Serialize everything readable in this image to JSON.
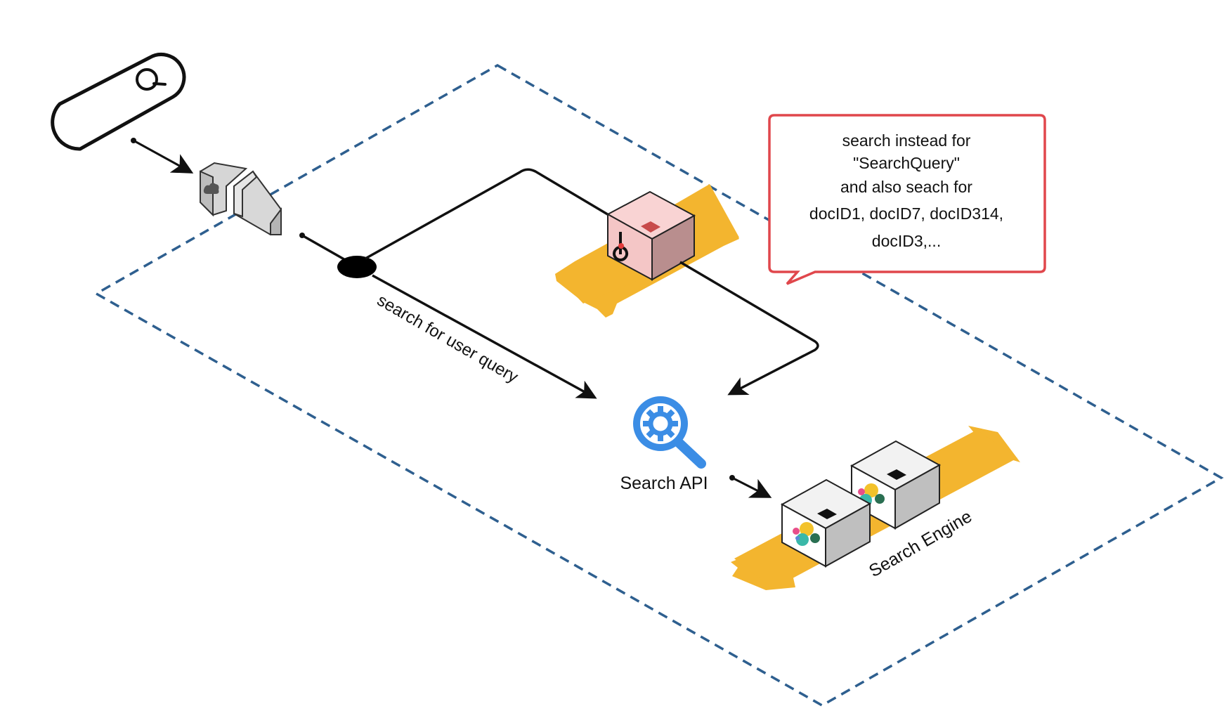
{
  "labels": {
    "user_query_edge": "search for user query",
    "search_api": "Search API",
    "search_engine": "Search Engine"
  },
  "callout": {
    "lines": [
      "search instead for",
      "\"SearchQuery\"",
      "and also seach for",
      "docID1, docID7, docID314,",
      "docID3,..."
    ]
  },
  "icons": {
    "search_box": "search-bar-icon",
    "gateway": "cloud-gateway-icon",
    "rewriter": "query-rewriter-cube-icon",
    "search_api": "search-gear-icon",
    "engine_nodes": "elastic-node-icon"
  },
  "colors": {
    "boundary": "#2e5f8f",
    "callout_border": "#e0474c",
    "platform": "#f3b52f",
    "rewriter_cube": "#f6c9c9",
    "search_api_blue": "#3b8de5"
  }
}
